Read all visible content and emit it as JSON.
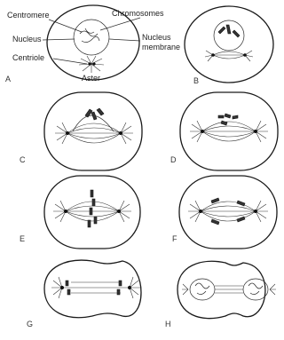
{
  "labels": {
    "centromere": "Centromere",
    "chromosomes": "Chromosomes",
    "nucleus": "Nucleus",
    "nucleus_membrane_line1": "Nucleus",
    "nucleus_membrane_line2": "membrane",
    "centriole": "Centriole",
    "aster": "Aster"
  },
  "panels": [
    {
      "letter": "A"
    },
    {
      "letter": "B"
    },
    {
      "letter": "C"
    },
    {
      "letter": "D"
    },
    {
      "letter": "E"
    },
    {
      "letter": "F"
    },
    {
      "letter": "G"
    },
    {
      "letter": "H"
    }
  ]
}
